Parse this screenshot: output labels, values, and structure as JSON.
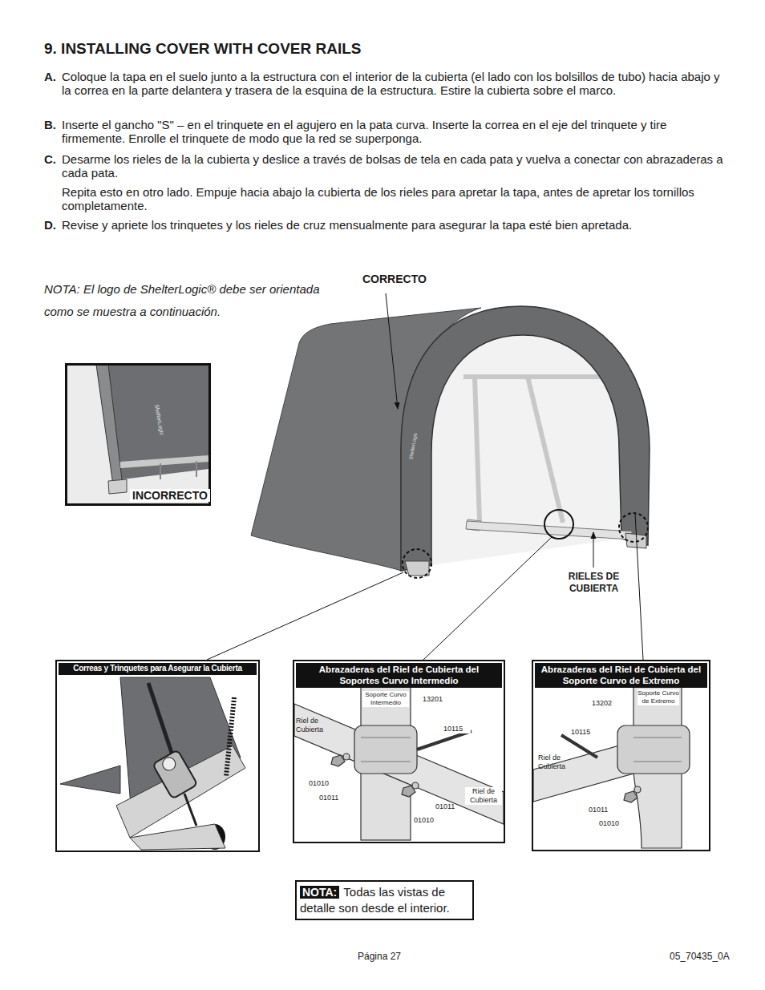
{
  "diagram": {
    "title": "9. INSTALLING COVER WITH COVER RAILS",
    "nodes": [
      {
        "text": [
          "INCORRECTO"
        ]
      },
      {
        "text": [
          "Correas y Trinquetes para Asegurar la Cubierta"
        ]
      },
      {
        "text": [
          "Abrazaderas del Riel de Cubierta del Soportes Curvo Intermedio"
        ]
      },
      {
        "text": [
          "Abrazaderas del Riel de Cubierta del Soporte Curvo de Extremo"
        ]
      },
      {
        "text": [
          "NOTA:",
          "Todas las vistas de detalle son desde el interior."
        ]
      }
    ],
    "labels": [
      "A.",
      "Coloque la tapa en el suelo junto a la estructura con el interior de la cubierta (el lado con los bolsillos de tubo) hacia abajo y la correa en la parte delantera y trasera de la esquina de la estructura. Estire la cubierta sobre el marco.",
      "B.",
      "Inserte el gancho \"S\" – en el trinquete en el agujero en la pata curva. Inserte la correa en el eje del trinquete y tire firmemente. Enrolle el trinquete de modo que la red se superponga.",
      "C.",
      "Desarme los rieles de la la cubierta y deslice a través de bolsas de tela en cada pata y vuelva a conectar con abrazaderas a cada pata.",
      "Repita esto en otro lado. Empuje hacia abajo la cubierta de los rieles para apretar la tapa, antes de apretar los tornillos completamente.",
      "D.",
      "Revise y apriete los trinquetes y los rieles de cruz mensualmente para asegurar la tapa esté bien apretada.",
      "NOTA: El logo de ShelterLogic® debe ser orientada como se muestra a continuación.",
      "CORRECTO",
      "ShelterLogic",
      "ShelterLogic",
      "RIELES DE CUBIERTA",
      "Soporte Curvo Intermedio",
      "13201",
      "Riel de Cubierta",
      "10115",
      "01010",
      "01011",
      "01011",
      "01010",
      "Riel de Cubierta",
      "Soporte Curvo de Extremo",
      "13202",
      "10115",
      "Riel de Cubierta",
      "01011",
      "01010",
      "Página 27",
      "05_70435_0A"
    ]
  }
}
